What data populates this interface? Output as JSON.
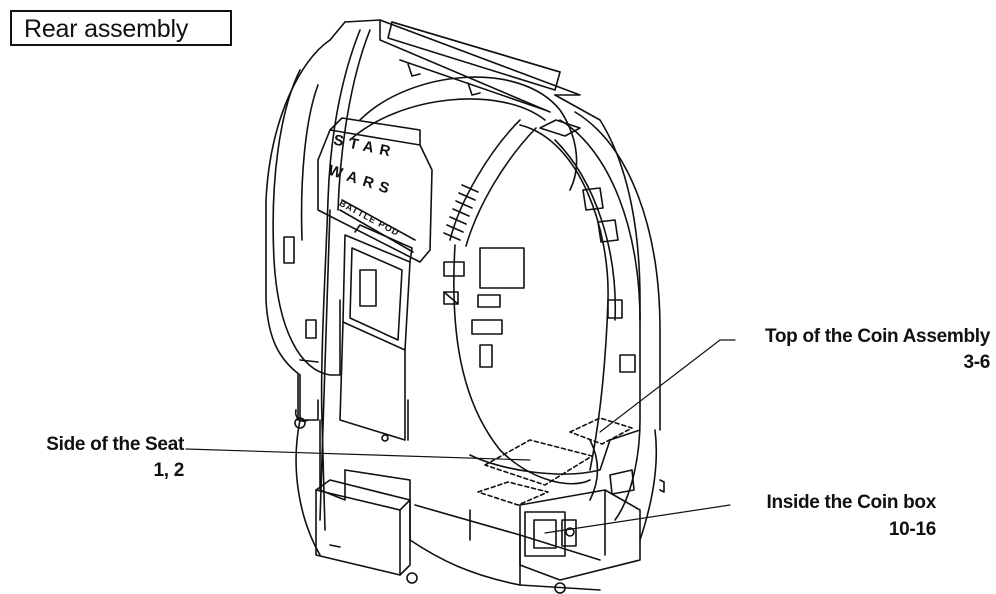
{
  "title": "Rear assembly",
  "callouts": [
    {
      "id": "coin-top",
      "name": "Top of the Coin Assembly",
      "pages": "3-6"
    },
    {
      "id": "seat-side",
      "name": "Side of the Seat",
      "pages": "1, 2"
    },
    {
      "id": "coin-box",
      "name": "Inside the Coin box",
      "pages": "10-16"
    }
  ],
  "logo_text": [
    "STAR",
    "WARS",
    "BATTLE POD"
  ],
  "colors": {
    "line": "#111111",
    "background": "#ffffff"
  }
}
